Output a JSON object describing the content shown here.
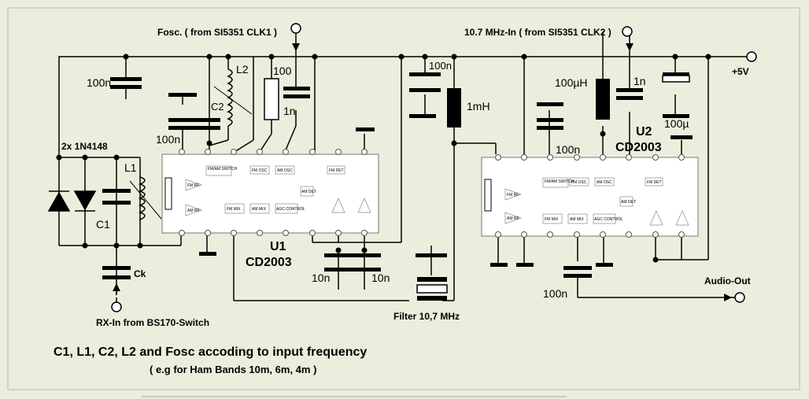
{
  "colors": {
    "background": "#ededdd",
    "frame": "#c8c8c8",
    "chip_fill": "#ffffff",
    "wire": "#000000",
    "chip_pin": "#777777"
  },
  "labels": {
    "fosc": "Fosc. ( from SI5351 CLK1 )",
    "clk2": "10.7 MHz-In ( from SI5351 CLK2 )",
    "plus5v": "+5V",
    "l2": "L2",
    "c2": "C2",
    "r100": "100",
    "c_1n_a": "1n",
    "c_100n_left": "100n",
    "c_100n_mid": "100n",
    "c_100n_u1": "100n",
    "c_1mh": "1mH",
    "c_100uh": "100µH",
    "c_1n_b": "1n",
    "c_100u": "100µ",
    "c_100n_u2": "100n",
    "diodes": "2x 1N4148",
    "l1": "L1",
    "c1": "C1",
    "ck": "Ck",
    "rx_in": "RX-In from BS170-Switch",
    "u1_name": "U1",
    "u1_type": "CD2003",
    "u2_name": "U2",
    "u2_type": "CD2003",
    "c_10n_a": "10n",
    "c_10n_b": "10n",
    "filter": "Filter 10,7 MHz",
    "c_100n_out": "100n",
    "audio_out": "Audio-Out"
  },
  "chip_blocks": {
    "u1": [
      "FM/AM SWITCH",
      "FM OSC",
      "AM OSC",
      "AM DET",
      "FM MIX",
      "AM MIX",
      "AGC CONTROL",
      "FM DET",
      "FM RF",
      "AM RF"
    ],
    "u2": [
      "FM/AM SWITCH",
      "FM OSC",
      "AM OSC",
      "AM DET",
      "FM MIX",
      "AM MIX",
      "AGC CONTROL",
      "FM DET",
      "FM RF",
      "AM RF"
    ]
  },
  "note": {
    "line1": "C1, L1, C2, L2 and Fosc accoding to input frequency",
    "line2": "( e.g for Ham Bands 10m, 6m, 4m )"
  }
}
